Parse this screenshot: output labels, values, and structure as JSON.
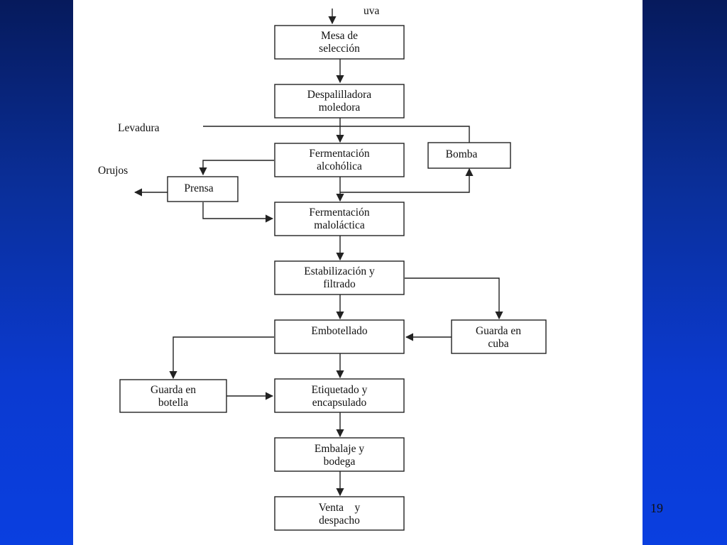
{
  "slide": {
    "page_number": "19"
  },
  "flow": {
    "input_label": "uva",
    "side_labels": {
      "yeast": "Levadura",
      "pomace": "Orujos"
    },
    "nodes": {
      "mesa": [
        "Mesa de",
        "selección"
      ],
      "despalilladora": [
        "Despalilladora",
        "moledora"
      ],
      "fermentacion_alcoholica": [
        "Fermentación",
        "alcohólica"
      ],
      "bomba": [
        "Bomba"
      ],
      "prensa": [
        "Prensa"
      ],
      "fermentacion_malolactica": [
        "Fermentación",
        "maloláctica"
      ],
      "estabilizacion": [
        "Estabilización y",
        "filtrado"
      ],
      "embotellado": [
        "Embotellado"
      ],
      "guarda_cuba": [
        "Guarda en",
        "cuba"
      ],
      "guarda_botella": [
        "Guarda en",
        "botella"
      ],
      "etiquetado": [
        "Etiquetado y",
        "encapsulado"
      ],
      "embalaje": [
        "Embalaje y",
        "bodega"
      ],
      "venta": [
        "Venta    y",
        "despacho"
      ]
    }
  }
}
